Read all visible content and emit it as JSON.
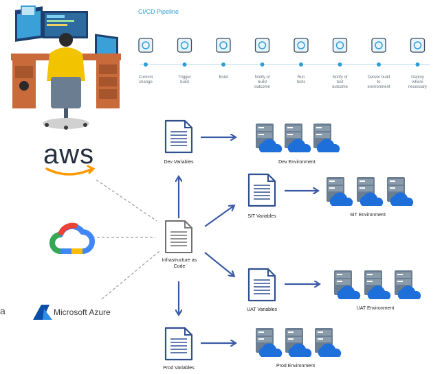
{
  "pipeline": {
    "title": "CI/CD Pipeline",
    "stages": [
      {
        "label": "Commit\nchange",
        "icon": "box-icon"
      },
      {
        "label": "Trigger\nbuild",
        "icon": "gear-icon"
      },
      {
        "label": "Build",
        "icon": "robot-arm-icon"
      },
      {
        "label": "Notify of\nbuild\noutcome",
        "icon": "checklist-icon"
      },
      {
        "label": "Run\ntests",
        "icon": "chip-icon"
      },
      {
        "label": "Notify of\ntest\noutcome",
        "icon": "clipboard-icon"
      },
      {
        "label": "Deliver build\nto\nenvironment",
        "icon": "layers-icon"
      },
      {
        "label": "Deploy\nwhere\nnecessary",
        "icon": "rocket-icon"
      }
    ]
  },
  "cloud_providers": {
    "aws": "aws",
    "gcp": "Google Cloud",
    "azure": "Microsoft Azure"
  },
  "iac": {
    "label": "Infrastructure as\nCode"
  },
  "environments": [
    {
      "variables": "Dev Variables",
      "environment": "Dev Environment"
    },
    {
      "variables": "SIT Variables",
      "environment": "SIT Environment"
    },
    {
      "variables": "UAT Variables",
      "environment": "UAT Environment"
    },
    {
      "variables": "Prod Variables",
      "environment": "Prod Environment"
    }
  ],
  "colors": {
    "arrow": "#3b5aa6",
    "doc": "#2f4f8f",
    "server": "#5b6e82",
    "cloud": "#1e6fd9",
    "pipeline_accent": "#2e9fd6"
  }
}
